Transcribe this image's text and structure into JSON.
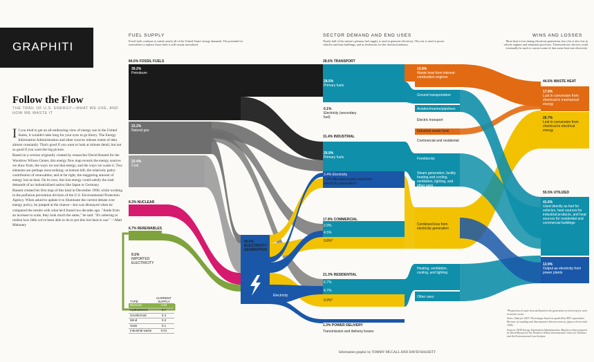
{
  "section": "GRAPHITI",
  "headline": "Follow the Flow",
  "deck": "THE TRAIL OF U.S. ENERGY—WHAT WE USE, AND HOW WE WASTE IT",
  "body_drop": "I",
  "body": [
    "f you tried to get an all-embracing view of energy use in the United States, it wouldn't take long for your eyes to go blurry. The Energy Information Administration and other sources release reams of data almost constantly. That's good if you want to look at minute detail, but not so good if you want the big picture.",
    "Based on a version originally created by researcher David Bassett for the Woodrow Wilson Center, this energy flow map reveals the energy sources we draw from, the ways we use that energy, and the ways we waste it. Two elements are perhaps most striking: at bottom left, the relatively paltry contribution of renewables; and at far right, the staggering amount of energy lost as heat. On its own, this lost energy could satisfy the total demands of an industrialized nation like Japan or Germany.",
    "Bassett created his first map of this kind in December 1990, while working in the pollution prevention division of the U.S. Environmental Protection Agency. When asked to update it to illuminate the current debate over energy policy, he jumped at the chance—but was dismayed when he compared the results with what he'd found two decades ago. \"Aside from an increase in scale, they look much the same,\" he said. \"It's sobering to realize how little we've been able to do to put this lost heat to use.\" —Matt Mahoney"
  ],
  "columns": {
    "supply": {
      "title": "FUEL SUPPLY",
      "sub": "Fossil fuels continue to satisfy nearly all of the United States' energy demands. The potential for renewables to replace those fuels is still mostly unrealized."
    },
    "demand": {
      "title": "SECTOR DEMAND AND END USES",
      "sub": "Nearly half of the nation's primary fuel supply is used to generate electricity. The rest is used to power vehicles and heat buildings, and as feedstocks for the chemical industry."
    },
    "wins": {
      "title": "WINS AND LOSSES",
      "sub": "More heat is lost during electricity generation, but a lot is also lost in vehicle engines and industrial processes. Thermoelectric devices could eventually be used to convert some of that waste heat into electricity."
    }
  },
  "labels": {
    "fossil_pct": "84.6%",
    "fossil": "FOSSIL FUELS",
    "petroleum_pct": "39.2%",
    "petroleum": "Petroleum",
    "gas_pct": "23.2%",
    "gas": "Natural gas",
    "coal_pct": "22.4%",
    "coal": "Coal",
    "nuclear_pct": "8.3%",
    "nuclear": "NUCLEAR",
    "renew_pct": "6.7%",
    "renew": "RENEWABLES",
    "imported_pct": "0.1%",
    "imported": "IMPORTED ELECTRICITY",
    "elecgen_pct": "40.6%",
    "elecgen": "ELECTRICITY GENERATION",
    "electricity": "Electricity",
    "transport_pct": "28.6%",
    "transport": "TRANSPORT",
    "t_primary_pct": "28.5%",
    "t_primary": "Primary fuels",
    "t_elec_pct": "0.1%",
    "t_elec": "Electricity (secondary fuel)",
    "industrial_pct": "31.4%",
    "industrial": "INDUSTRIAL",
    "i_primary_pct": "20.9%",
    "i_primary": "Primary fuels",
    "i_elec": "3.4% Electricity",
    "i_waste": "7.2% Allocated waste heat from electricity generation*",
    "commercial_pct": "17.8%",
    "commercial": "COMMERCIAL",
    "c1": "2.9%",
    "c2": "4.5%",
    "c3": "9.8%*",
    "residential_pct": "21.3%",
    "residential": "RESIDENTIAL",
    "r1": "6.7%",
    "r2": "4.7%",
    "r3": "9.9%*",
    "power_pct": "1.3%",
    "power": "POWER DELIVERY",
    "power_sub": "Transmission and delivery losses",
    "waste_engine_pct": "13.8%",
    "waste_engine": "Waste heat from internal-combustion engines",
    "ground": "Ground transportation",
    "aviation": "Aviation/marine/pipelines",
    "elec_transport": "Electric transport",
    "ind_waste": "Industrial waste heat",
    "comm_res": "Commercial and residential",
    "feedstocks": "Feedstocks",
    "steam": "Steam generation, facility heating and cooling, ventilation, lighting, and other uses",
    "comb_loss": "Combined loss from electricity generation",
    "heating": "Heating, ventilation, cooling, and lighting",
    "other": "Other uses",
    "waste_heat_pct": "44.6%",
    "waste_heat": "WASTE HEAT",
    "loss_mech_pct": "17.9%",
    "loss_mech": "Lost in conversion from chemical to mechanical energy",
    "loss_elec_pct": "26.7%",
    "loss_elec": "Lost in conversion from chemical to electrical energy",
    "utilized_pct": "55.5%",
    "utilized": "UTILIZED",
    "util_used_pct": "41.6%",
    "util_used": "Used directly as fuel for vehicles, heat sources for industrial products, and heat sources for residential and commercial buildings",
    "util_output_pct": "13.9%",
    "util_output": "Output as electricity from power plants"
  },
  "table": {
    "head_type": "TYPE",
    "head_supply": "CURRENT SUPPLY",
    "rows": [
      {
        "type": "Biomass",
        "value": "3.83"
      },
      {
        "type": "Hydroelectric",
        "value": "2.7"
      },
      {
        "type": "Geothermal",
        "value": "0.4"
      },
      {
        "type": "Wind",
        "value": "0.3"
      },
      {
        "type": "Solar",
        "value": "0.1"
      },
      {
        "type": "Industrial waste",
        "value": "0.01"
      }
    ]
  },
  "credit": "Information graphic by TOMMY MCCALL AND DAVID BASSETT",
  "notes": [
    "*Proportion of waste heat attributed to the generation of electricity for each economic sector.",
    "Notes: Data for 2007. Percentages based on quadrillion BTU equivalents. Because of rounding and discrepancies between sources, figures do not total 100%.",
    "Sources: DOE Energy Information Administration. Based on chart prepared by David Bassett for the Woodrow Wilson International Center for Scholars and the Environmental Law Institute."
  ],
  "colors": {
    "petroleum": "#1a1a1a",
    "gas": "#6e6e6e",
    "coal": "#a0a0a0",
    "nuclear": "#d61a6e",
    "renewable": "#7fa33c",
    "electricity": "#1a57a8",
    "primary": "#0f8faa",
    "waste": "#f2c200",
    "orange": "#e26a12"
  },
  "chart_data": {
    "type": "sankey",
    "units": "percent of total U.S. energy supply, 2007",
    "sources": [
      {
        "name": "Petroleum",
        "value": 39.2
      },
      {
        "name": "Natural gas",
        "value": 23.2
      },
      {
        "name": "Coal",
        "value": 22.4
      },
      {
        "name": "Nuclear",
        "value": 8.3
      },
      {
        "name": "Renewables",
        "value": 6.7
      },
      {
        "name": "Imported electricity",
        "value": 0.1
      }
    ],
    "intermediate": [
      {
        "name": "Electricity generation",
        "value": 40.6
      }
    ],
    "sectors": [
      {
        "name": "Transport",
        "value": 28.6
      },
      {
        "name": "Industrial",
        "value": 31.4
      },
      {
        "name": "Commercial",
        "value": 17.8
      },
      {
        "name": "Residential",
        "value": 21.3
      },
      {
        "name": "Power delivery",
        "value": 1.3
      }
    ],
    "outcomes": [
      {
        "name": "Waste heat",
        "value": 44.6
      },
      {
        "name": "Utilized",
        "value": 55.5
      }
    ]
  }
}
